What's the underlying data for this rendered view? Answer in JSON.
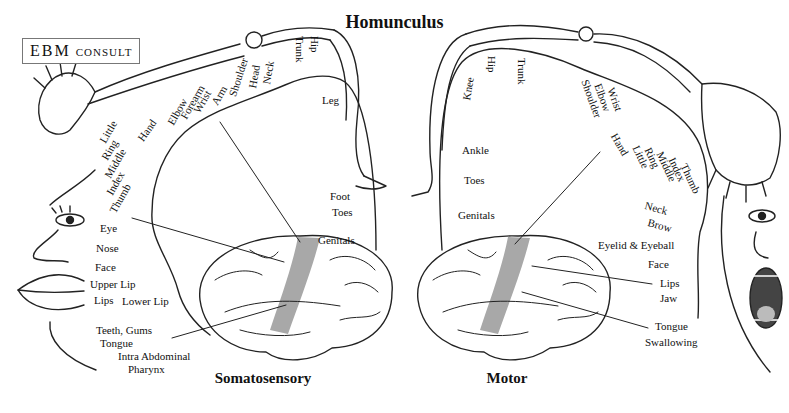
{
  "diagram": {
    "title": "Homunculus",
    "nodes": [
      {
        "text": [
          "EBM",
          "CONSULT"
        ]
      }
    ],
    "labels": [
      "Somatosensory",
      "Motor",
      "Eye",
      "Nose",
      "Face",
      "Upper Lip",
      "Lips",
      "Lower Lip",
      "Teeth, Gums",
      "Tongue",
      "Intra Abdominal",
      "Pharynx",
      "Thumb",
      "Index",
      "Middle",
      "Ring",
      "Little",
      "Hand",
      "Elbow",
      "Forearm",
      "Wrist",
      "Arm",
      "Shoulder",
      "Head",
      "Neck",
      "Trunk",
      "Hip",
      "Leg",
      "Foot",
      "Toes",
      "Genitals",
      "Hip",
      "Trunk",
      "Knee",
      "Ankle",
      "Toes",
      "Genitals",
      "Shoulder",
      "Elbow",
      "Wrist",
      "Hand",
      "Little",
      "Ring",
      "Middle",
      "Index",
      "Thumb",
      "Neck",
      "Brow",
      "Eyelid & Eyeball",
      "Face",
      "Lips",
      "Jaw",
      "Tongue",
      "Swallowing"
    ]
  }
}
